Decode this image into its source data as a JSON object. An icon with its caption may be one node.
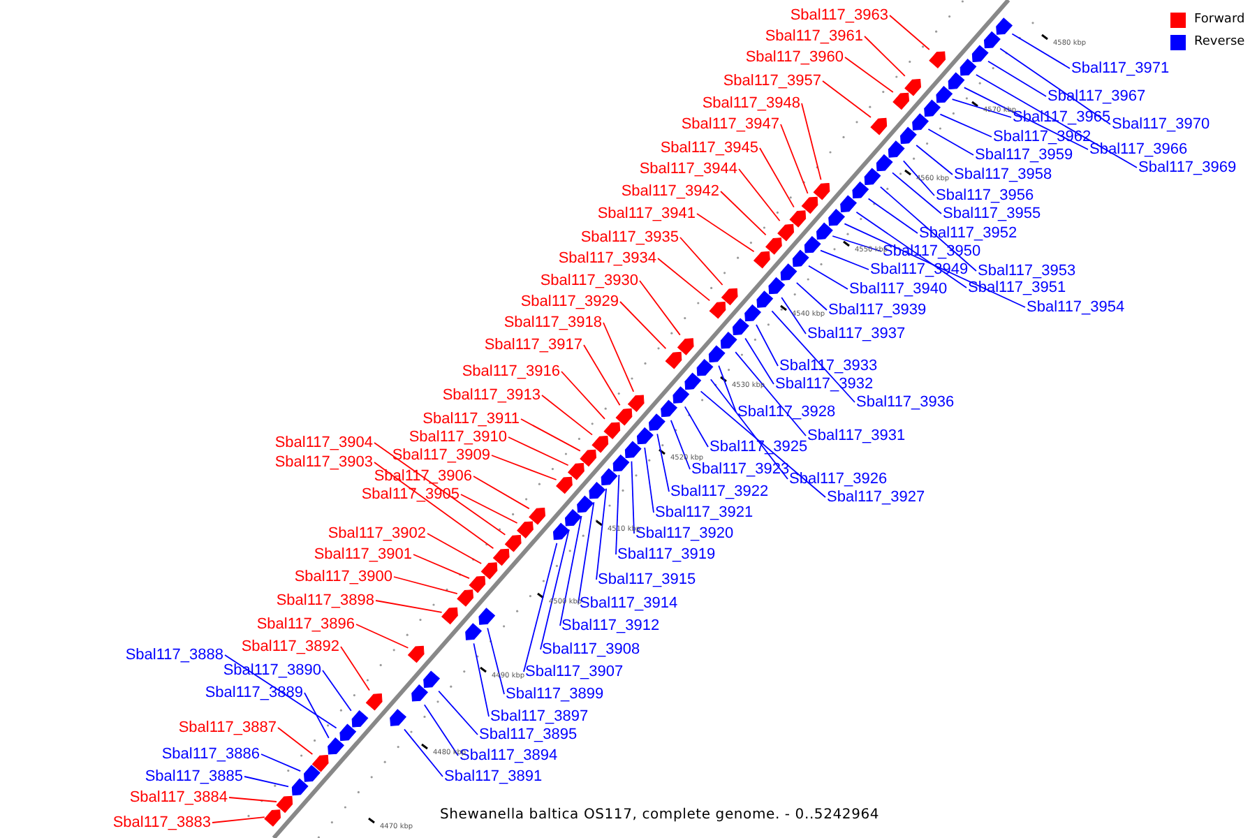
{
  "diagram": {
    "caption": "Shewanella baltica OS117, complete genome. - 0..5242964",
    "nodes": [
      {
        "text": [
          "Sbal117_3963"
        ]
      },
      {
        "text": [
          "Sbal117_3961"
        ]
      },
      {
        "text": [
          "Sbal117_3960"
        ]
      },
      {
        "text": [
          "Sbal117_3971"
        ]
      },
      {
        "text": [
          "Sbal117_3957"
        ]
      },
      {
        "text": [
          "Sbal117_3967"
        ]
      },
      {
        "text": [
          "Sbal117_3948"
        ]
      },
      {
        "text": [
          "Sbal117_3965"
        ]
      },
      {
        "text": [
          "Sbal117_3947"
        ]
      },
      {
        "text": [
          "Sbal117_3970"
        ]
      },
      {
        "text": [
          "Sbal117_3962"
        ]
      },
      {
        "text": [
          "Sbal117_3945"
        ]
      },
      {
        "text": [
          "Sbal117_3966"
        ]
      },
      {
        "text": [
          "Sbal117_3959"
        ]
      },
      {
        "text": [
          "Sbal117_3969"
        ]
      },
      {
        "text": [
          "Sbal117_3944"
        ]
      },
      {
        "text": [
          "Sbal117_3958"
        ]
      },
      {
        "text": [
          "Sbal117_3942"
        ]
      },
      {
        "text": [
          "Sbal117_3956"
        ]
      },
      {
        "text": [
          "Sbal117_3941"
        ]
      },
      {
        "text": [
          "Sbal117_3955"
        ]
      },
      {
        "text": [
          "Sbal117_3952"
        ]
      },
      {
        "text": [
          "Sbal117_3935"
        ]
      },
      {
        "text": [
          "Sbal117_3950"
        ]
      },
      {
        "text": [
          "Sbal117_3934"
        ]
      },
      {
        "text": [
          "Sbal117_3949"
        ]
      },
      {
        "text": [
          "Sbal117_3953"
        ]
      },
      {
        "text": [
          "Sbal117_3930"
        ]
      },
      {
        "text": [
          "Sbal117_3951"
        ]
      },
      {
        "text": [
          "Sbal117_3940"
        ]
      },
      {
        "text": [
          "Sbal117_3929"
        ]
      },
      {
        "text": [
          "Sbal117_3954"
        ]
      },
      {
        "text": [
          "Sbal117_3939"
        ]
      },
      {
        "text": [
          "Sbal117_3918"
        ]
      },
      {
        "text": [
          "Sbal117_3937"
        ]
      },
      {
        "text": [
          "Sbal117_3917"
        ]
      },
      {
        "text": [
          "Sbal117_3933"
        ]
      },
      {
        "text": [
          "Sbal117_3916"
        ]
      },
      {
        "text": [
          "Sbal117_3932"
        ]
      },
      {
        "text": [
          "Sbal117_3913"
        ]
      },
      {
        "text": [
          "Sbal117_3936"
        ]
      },
      {
        "text": [
          "Sbal117_3928"
        ]
      },
      {
        "text": [
          "Sbal117_3911"
        ]
      },
      {
        "text": [
          "Sbal117_3931"
        ]
      },
      {
        "text": [
          "Sbal117_3910"
        ]
      },
      {
        "text": [
          "Sbal117_3904"
        ]
      },
      {
        "text": [
          "Sbal117_3925"
        ]
      },
      {
        "text": [
          "Sbal117_3909"
        ]
      },
      {
        "text": [
          "Sbal117_3903"
        ]
      },
      {
        "text": [
          "Sbal117_3923"
        ]
      },
      {
        "text": [
          "Sbal117_3906"
        ]
      },
      {
        "text": [
          "Sbal117_3926"
        ]
      },
      {
        "text": [
          "Sbal117_3922"
        ]
      },
      {
        "text": [
          "Sbal117_3905"
        ]
      },
      {
        "text": [
          "Sbal117_3927"
        ]
      },
      {
        "text": [
          "Sbal117_3921"
        ]
      },
      {
        "text": [
          "Sbal117_3902"
        ]
      },
      {
        "text": [
          "Sbal117_3920"
        ]
      },
      {
        "text": [
          "Sbal117_3901"
        ]
      },
      {
        "text": [
          "Sbal117_3919"
        ]
      },
      {
        "text": [
          "Sbal117_3900"
        ]
      },
      {
        "text": [
          "Sbal117_3915"
        ]
      },
      {
        "text": [
          "Sbal117_3898"
        ]
      },
      {
        "text": [
          "Sbal117_3914"
        ]
      },
      {
        "text": [
          "Sbal117_3896"
        ]
      },
      {
        "text": [
          "Sbal117_3912"
        ]
      },
      {
        "text": [
          "Sbal117_3892"
        ]
      },
      {
        "text": [
          "Sbal117_3908"
        ]
      },
      {
        "text": [
          "Sbal117_3888"
        ]
      },
      {
        "text": [
          "Sbal117_3890"
        ]
      },
      {
        "text": [
          "Sbal117_3907"
        ]
      },
      {
        "text": [
          "Sbal117_3889"
        ]
      },
      {
        "text": [
          "Sbal117_3899"
        ]
      },
      {
        "text": [
          "Sbal117_3897"
        ]
      },
      {
        "text": [
          "Sbal117_3887"
        ]
      },
      {
        "text": [
          "Sbal117_3895"
        ]
      },
      {
        "text": [
          "Sbal117_3886"
        ]
      },
      {
        "text": [
          "Sbal117_3894"
        ]
      },
      {
        "text": [
          "Sbal117_3885"
        ]
      },
      {
        "text": [
          "Sbal117_3891"
        ]
      },
      {
        "text": [
          "Sbal117_3884"
        ]
      },
      {
        "text": [
          "Sbal117_3883"
        ]
      },
      {
        "text": [],
        "shape": "box"
      },
      {
        "text": [],
        "shape": "box"
      },
      {
        "text": [],
        "shape": "box"
      },
      {
        "text": [],
        "shape": "box"
      },
      {
        "text": [],
        "shape": "box"
      },
      {
        "text": [],
        "shape": "box"
      },
      {
        "text": [],
        "shape": "box"
      },
      {
        "text": [],
        "shape": "box"
      },
      {
        "text": [],
        "shape": "box"
      },
      {
        "text": [],
        "shape": "box"
      },
      {
        "text": [],
        "shape": "box"
      },
      {
        "text": [],
        "shape": "box"
      },
      {
        "text": [],
        "shape": "box"
      },
      {
        "text": [],
        "shape": "box"
      },
      {
        "text": [],
        "shape": "box"
      },
      {
        "text": [],
        "shape": "box"
      },
      {
        "text": [],
        "shape": "box"
      },
      {
        "text": [],
        "shape": "box"
      },
      {
        "text": [],
        "shape": "box"
      },
      {
        "text": [],
        "shape": "box"
      },
      {
        "text": [],
        "shape": "box"
      },
      {
        "text": [],
        "shape": "box"
      },
      {
        "text": [],
        "shape": "box"
      },
      {
        "text": [],
        "shape": "box"
      },
      {
        "text": [],
        "shape": "box"
      },
      {
        "text": [],
        "shape": "box"
      },
      {
        "text": [],
        "shape": "box"
      },
      {
        "text": [],
        "shape": "box"
      },
      {
        "text": [],
        "shape": "box"
      },
      {
        "text": [],
        "shape": "box"
      },
      {
        "text": [],
        "shape": "box"
      },
      {
        "text": [],
        "shape": "box"
      },
      {
        "text": [],
        "shape": "box"
      },
      {
        "text": [],
        "shape": "box"
      },
      {
        "text": [],
        "shape": "box"
      },
      {
        "text": [],
        "shape": "box"
      },
      {
        "text": [],
        "shape": "box"
      },
      {
        "text": [],
        "shape": "box"
      },
      {
        "text": [],
        "shape": "box"
      },
      {
        "text": [],
        "shape": "box"
      },
      {
        "text": [],
        "shape": "box"
      },
      {
        "text": [],
        "shape": "box"
      },
      {
        "text": [],
        "shape": "box"
      },
      {
        "text": [],
        "shape": "box"
      },
      {
        "text": [],
        "shape": "box"
      },
      {
        "text": [],
        "shape": "box"
      },
      {
        "text": [],
        "shape": "box"
      },
      {
        "text": [],
        "shape": "box"
      },
      {
        "text": [],
        "shape": "box"
      },
      {
        "text": [],
        "shape": "box"
      },
      {
        "text": [],
        "shape": "box"
      },
      {
        "text": [],
        "shape": "box"
      },
      {
        "text": [],
        "shape": "box"
      },
      {
        "text": [],
        "shape": "box"
      },
      {
        "text": [],
        "shape": "box"
      },
      {
        "text": [],
        "shape": "box"
      },
      {
        "text": [],
        "shape": "box"
      },
      {
        "text": [],
        "shape": "box"
      },
      {
        "text": [],
        "shape": "box"
      },
      {
        "text": [],
        "shape": "box"
      },
      {
        "text": [],
        "shape": "box"
      },
      {
        "text": [],
        "shape": "box"
      },
      {
        "text": [],
        "shape": "box"
      },
      {
        "text": [],
        "shape": "box"
      },
      {
        "text": [],
        "shape": "box"
      },
      {
        "text": [],
        "shape": "box"
      },
      {
        "text": [],
        "shape": "box"
      },
      {
        "text": [],
        "shape": "box"
      },
      {
        "text": [],
        "shape": "box"
      },
      {
        "text": [],
        "shape": "box"
      },
      {
        "text": [],
        "shape": "box"
      },
      {
        "text": [],
        "shape": "box"
      },
      {
        "text": [],
        "shape": "box"
      },
      {
        "text": [],
        "shape": "box"
      },
      {
        "text": [],
        "shape": "box"
      },
      {
        "text": [],
        "shape": "box"
      },
      {
        "text": [],
        "shape": "box"
      },
      {
        "text": [],
        "shape": "box"
      },
      {
        "text": [],
        "shape": "box"
      },
      {
        "text": [],
        "shape": "box"
      },
      {
        "text": [],
        "shape": "box"
      },
      {
        "text": [],
        "shape": "box"
      }
    ],
    "edges": [
      {
        "from": 0,
        "to": 82,
        "arrow": "none",
        "color": "#ff0000"
      },
      {
        "from": 1,
        "to": 83,
        "arrow": "none",
        "color": "#ff0000"
      },
      {
        "from": 2,
        "to": 84,
        "arrow": "none",
        "color": "#ff0000"
      },
      {
        "from": 3,
        "to": 85,
        "arrow": "none"
      },
      {
        "from": 4,
        "to": 86,
        "arrow": "none",
        "color": "#ff0000"
      },
      {
        "from": 5,
        "to": 87,
        "arrow": "none"
      },
      {
        "from": 6,
        "to": 88,
        "arrow": "none",
        "color": "#ff0000"
      },
      {
        "from": 7,
        "to": 89,
        "arrow": "none"
      },
      {
        "from": 8,
        "to": 90,
        "arrow": "none",
        "color": "#ff0000"
      },
      {
        "from": 9,
        "to": 91,
        "arrow": "none"
      },
      {
        "from": 10,
        "to": 92,
        "arrow": "none"
      },
      {
        "from": 11,
        "to": 93,
        "arrow": "none",
        "color": "#ff0000"
      },
      {
        "from": 12,
        "to": 94,
        "arrow": "none"
      },
      {
        "from": 13,
        "to": 95,
        "arrow": "none"
      },
      {
        "from": 14,
        "to": 96,
        "arrow": "none"
      },
      {
        "from": 15,
        "to": 97,
        "arrow": "none",
        "color": "#ff0000"
      },
      {
        "from": 16,
        "to": 98,
        "arrow": "none"
      },
      {
        "from": 17,
        "to": 99,
        "arrow": "none",
        "color": "#ff0000"
      },
      {
        "from": 18,
        "to": 100,
        "arrow": "none"
      },
      {
        "from": 19,
        "to": 101,
        "arrow": "none",
        "color": "#ff0000"
      },
      {
        "from": 20,
        "to": 102,
        "arrow": "none"
      },
      {
        "from": 21,
        "to": 103,
        "arrow": "none"
      },
      {
        "from": 22,
        "to": 104,
        "arrow": "none",
        "color": "#ff0000"
      },
      {
        "from": 23,
        "to": 105,
        "arrow": "none"
      },
      {
        "from": 24,
        "to": 106,
        "arrow": "none",
        "color": "#ff0000"
      },
      {
        "from": 25,
        "to": 107,
        "arrow": "none"
      },
      {
        "from": 26,
        "to": 108,
        "arrow": "none"
      },
      {
        "from": 27,
        "to": 109,
        "arrow": "none",
        "color": "#ff0000"
      },
      {
        "from": 28,
        "to": 110,
        "arrow": "none"
      },
      {
        "from": 29,
        "to": 111,
        "arrow": "none"
      },
      {
        "from": 30,
        "to": 112,
        "arrow": "none",
        "color": "#ff0000"
      },
      {
        "from": 31,
        "to": 113,
        "arrow": "none"
      },
      {
        "from": 32,
        "to": 114,
        "arrow": "none"
      },
      {
        "from": 33,
        "to": 115,
        "arrow": "none",
        "color": "#ff0000"
      },
      {
        "from": 34,
        "to": 116,
        "arrow": "none"
      },
      {
        "from": 35,
        "to": 117,
        "arrow": "none",
        "color": "#ff0000"
      },
      {
        "from": 36,
        "to": 118,
        "arrow": "none"
      },
      {
        "from": 37,
        "to": 119,
        "arrow": "none",
        "color": "#ff0000"
      },
      {
        "from": 38,
        "to": 120,
        "arrow": "none"
      },
      {
        "from": 39,
        "to": 121,
        "arrow": "none",
        "color": "#ff0000"
      },
      {
        "from": 40,
        "to": 122,
        "arrow": "none"
      },
      {
        "from": 41,
        "to": 123,
        "arrow": "none"
      },
      {
        "from": 42,
        "to": 124,
        "arrow": "none",
        "color": "#ff0000"
      },
      {
        "from": 43,
        "to": 125,
        "arrow": "none"
      },
      {
        "from": 44,
        "to": 126,
        "arrow": "none",
        "color": "#ff0000"
      },
      {
        "from": 45,
        "to": 127,
        "arrow": "none",
        "color": "#ff0000"
      },
      {
        "from": 46,
        "to": 128,
        "arrow": "none"
      },
      {
        "from": 47,
        "to": 129,
        "arrow": "none",
        "color": "#ff0000"
      },
      {
        "from": 48,
        "to": 130,
        "arrow": "none",
        "color": "#ff0000"
      },
      {
        "from": 49,
        "to": 131,
        "arrow": "none"
      },
      {
        "from": 50,
        "to": 132,
        "arrow": "none",
        "color": "#ff0000"
      },
      {
        "from": 51,
        "to": 133,
        "arrow": "none"
      },
      {
        "from": 52,
        "to": 134,
        "arrow": "none"
      },
      {
        "from": 53,
        "to": 135,
        "arrow": "none",
        "color": "#ff0000"
      },
      {
        "from": 54,
        "to": 136,
        "arrow": "none"
      },
      {
        "from": 55,
        "to": 137,
        "arrow": "none"
      },
      {
        "from": 56,
        "to": 138,
        "arrow": "none",
        "color": "#ff0000"
      },
      {
        "from": 57,
        "to": 139,
        "arrow": "none"
      },
      {
        "from": 58,
        "to": 140,
        "arrow": "none",
        "color": "#ff0000"
      },
      {
        "from": 59,
        "to": 141,
        "arrow": "none"
      },
      {
        "from": 60,
        "to": 142,
        "arrow": "none",
        "color": "#ff0000"
      },
      {
        "from": 61,
        "to": 143,
        "arrow": "none"
      },
      {
        "from": 62,
        "to": 144,
        "arrow": "none",
        "color": "#ff0000"
      },
      {
        "from": 63,
        "to": 145,
        "arrow": "none"
      },
      {
        "from": 64,
        "to": 146,
        "arrow": "none",
        "color": "#ff0000"
      },
      {
        "from": 65,
        "to": 147,
        "arrow": "none"
      },
      {
        "from": 66,
        "to": 148,
        "arrow": "none",
        "color": "#ff0000"
      },
      {
        "from": 67,
        "to": 149,
        "arrow": "none"
      },
      {
        "from": 68,
        "to": 150,
        "arrow": "none"
      },
      {
        "from": 69,
        "to": 151,
        "arrow": "none"
      },
      {
        "from": 70,
        "to": 152,
        "arrow": "none"
      },
      {
        "from": 71,
        "to": 153,
        "arrow": "none"
      },
      {
        "from": 72,
        "to": 154,
        "arrow": "none"
      },
      {
        "from": 73,
        "to": 155,
        "arrow": "none"
      },
      {
        "from": 74,
        "to": 156,
        "arrow": "none",
        "color": "#ff0000"
      },
      {
        "from": 75,
        "to": 157,
        "arrow": "none"
      },
      {
        "from": 76,
        "to": 158,
        "arrow": "none"
      },
      {
        "from": 77,
        "to": 159,
        "arrow": "none"
      },
      {
        "from": 78,
        "to": 160,
        "arrow": "none"
      },
      {
        "from": 79,
        "to": 161,
        "arrow": "none"
      },
      {
        "from": 80,
        "to": 162,
        "arrow": "none",
        "color": "#ff0000"
      },
      {
        "from": 81,
        "to": 163,
        "arrow": "none",
        "color": "#ff0000"
      }
    ],
    "labels": [
      "4580 kbp",
      "4570 kbp",
      "4560 kbp",
      "4550 kbp",
      "4540 kbp",
      "4530 kbp",
      "4520 kbp",
      "4510 kbp",
      "4500 kbp",
      "4490 kbp",
      "4480 kbp",
      "4470 kbp"
    ],
    "legend": [
      {
        "text": "Forward",
        "color": "#ff0000"
      },
      {
        "text": "Reverse",
        "color": "#0000ff"
      }
    ]
  }
}
